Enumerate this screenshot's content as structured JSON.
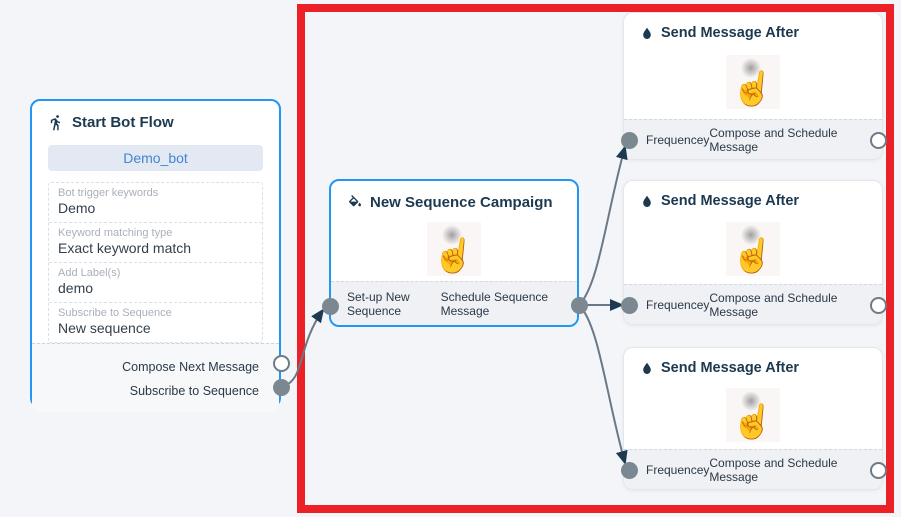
{
  "colors": {
    "accent_blue": "#2196f3",
    "highlight_red": "#ec2127",
    "edge_gray": "#6a7888",
    "arrow_navy": "#1e3a52",
    "title_navy": "#1c3950"
  },
  "icons": {
    "hand_pointer_glyph": "☝"
  },
  "start_node": {
    "title": "Start Bot Flow",
    "icon": "walking-person-icon",
    "bot_button": "Demo_bot",
    "fields": [
      {
        "label": "Bot trigger keywords",
        "value": "Demo"
      },
      {
        "label": "Keyword matching type",
        "value": "Exact keyword match"
      },
      {
        "label": "Add Label(s)",
        "value": "demo"
      },
      {
        "label": "Subscribe to Sequence",
        "value": "New sequence"
      }
    ],
    "outputs": [
      {
        "label": "Compose Next Message"
      },
      {
        "label": "Subscribe to Sequence"
      }
    ]
  },
  "campaign_node": {
    "title": "New Sequence Campaign",
    "icon": "paint-bucket-icon",
    "input_label": "Set-up New Sequence",
    "output_label": "Schedule Sequence Message"
  },
  "send_node": {
    "title": "Send Message After",
    "icon": "water-droplet-icon",
    "input_label": "Frequencey",
    "output_label": "Compose and Schedule Message"
  }
}
